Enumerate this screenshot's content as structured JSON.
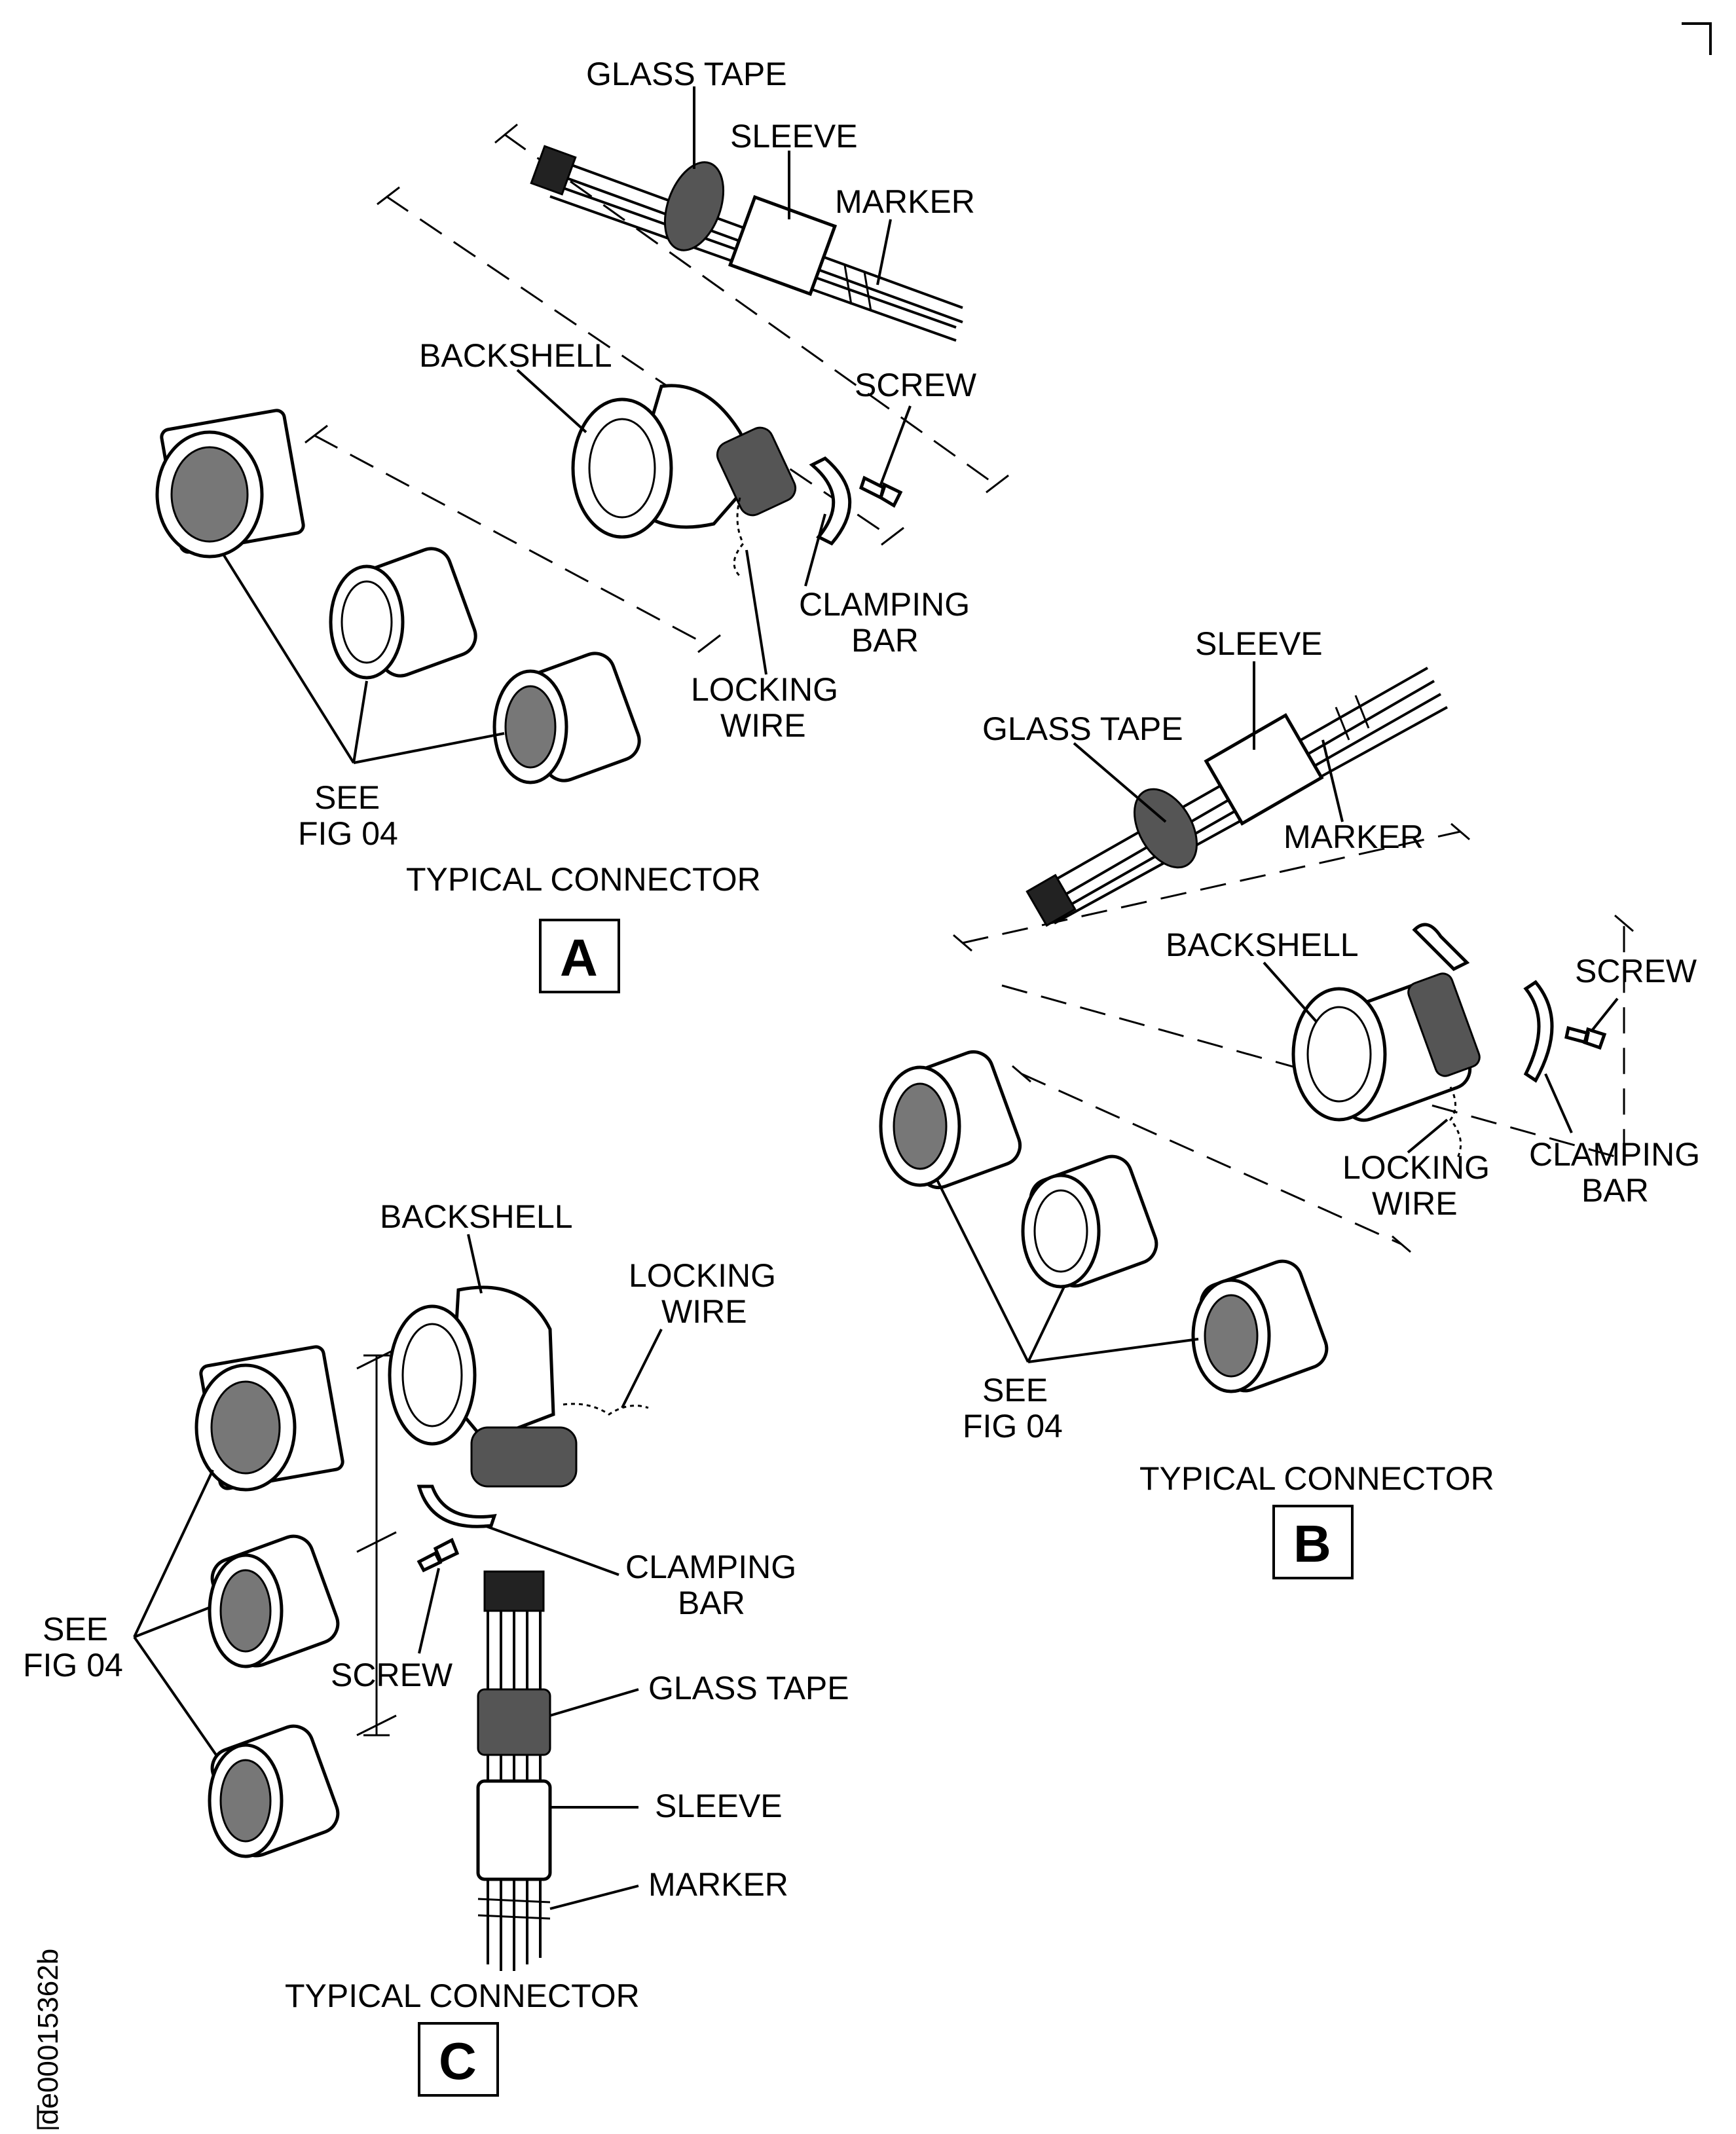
{
  "panels": {
    "a": {
      "letter": "A",
      "caption": "TYPICAL CONNECTOR",
      "labels": {
        "glass_tape": "GLASS TAPE",
        "sleeve": "SLEEVE",
        "marker": "MARKER",
        "backshell": "BACKSHELL",
        "screw": "SCREW",
        "clamping_bar_1": "CLAMPING",
        "clamping_bar_2": "BAR",
        "locking_wire_1": "LOCKING",
        "locking_wire_2": "WIRE",
        "see_fig_1": "SEE",
        "see_fig_2": "FIG 04"
      }
    },
    "b": {
      "letter": "B",
      "caption": "TYPICAL CONNECTOR",
      "labels": {
        "sleeve": "SLEEVE",
        "glass_tape": "GLASS TAPE",
        "marker": "MARKER",
        "backshell": "BACKSHELL",
        "screw": "SCREW",
        "clamping_bar_1": "CLAMPING",
        "clamping_bar_2": "BAR",
        "locking_wire_1": "LOCKING",
        "locking_wire_2": "WIRE",
        "see_fig_1": "SEE",
        "see_fig_2": "FIG 04"
      }
    },
    "c": {
      "letter": "C",
      "caption": "TYPICAL CONNECTOR",
      "labels": {
        "backshell": "BACKSHELL",
        "locking_wire_1": "LOCKING",
        "locking_wire_2": "WIRE",
        "clamping_bar_1": "CLAMPING",
        "clamping_bar_2": "BAR",
        "see_fig_1": "SEE",
        "see_fig_2": "FIG 04",
        "screw": "SCREW",
        "glass_tape": "GLASS TAPE",
        "sleeve": "SLEEVE",
        "marker": "MARKER"
      }
    }
  },
  "document_id": "de00015362b"
}
